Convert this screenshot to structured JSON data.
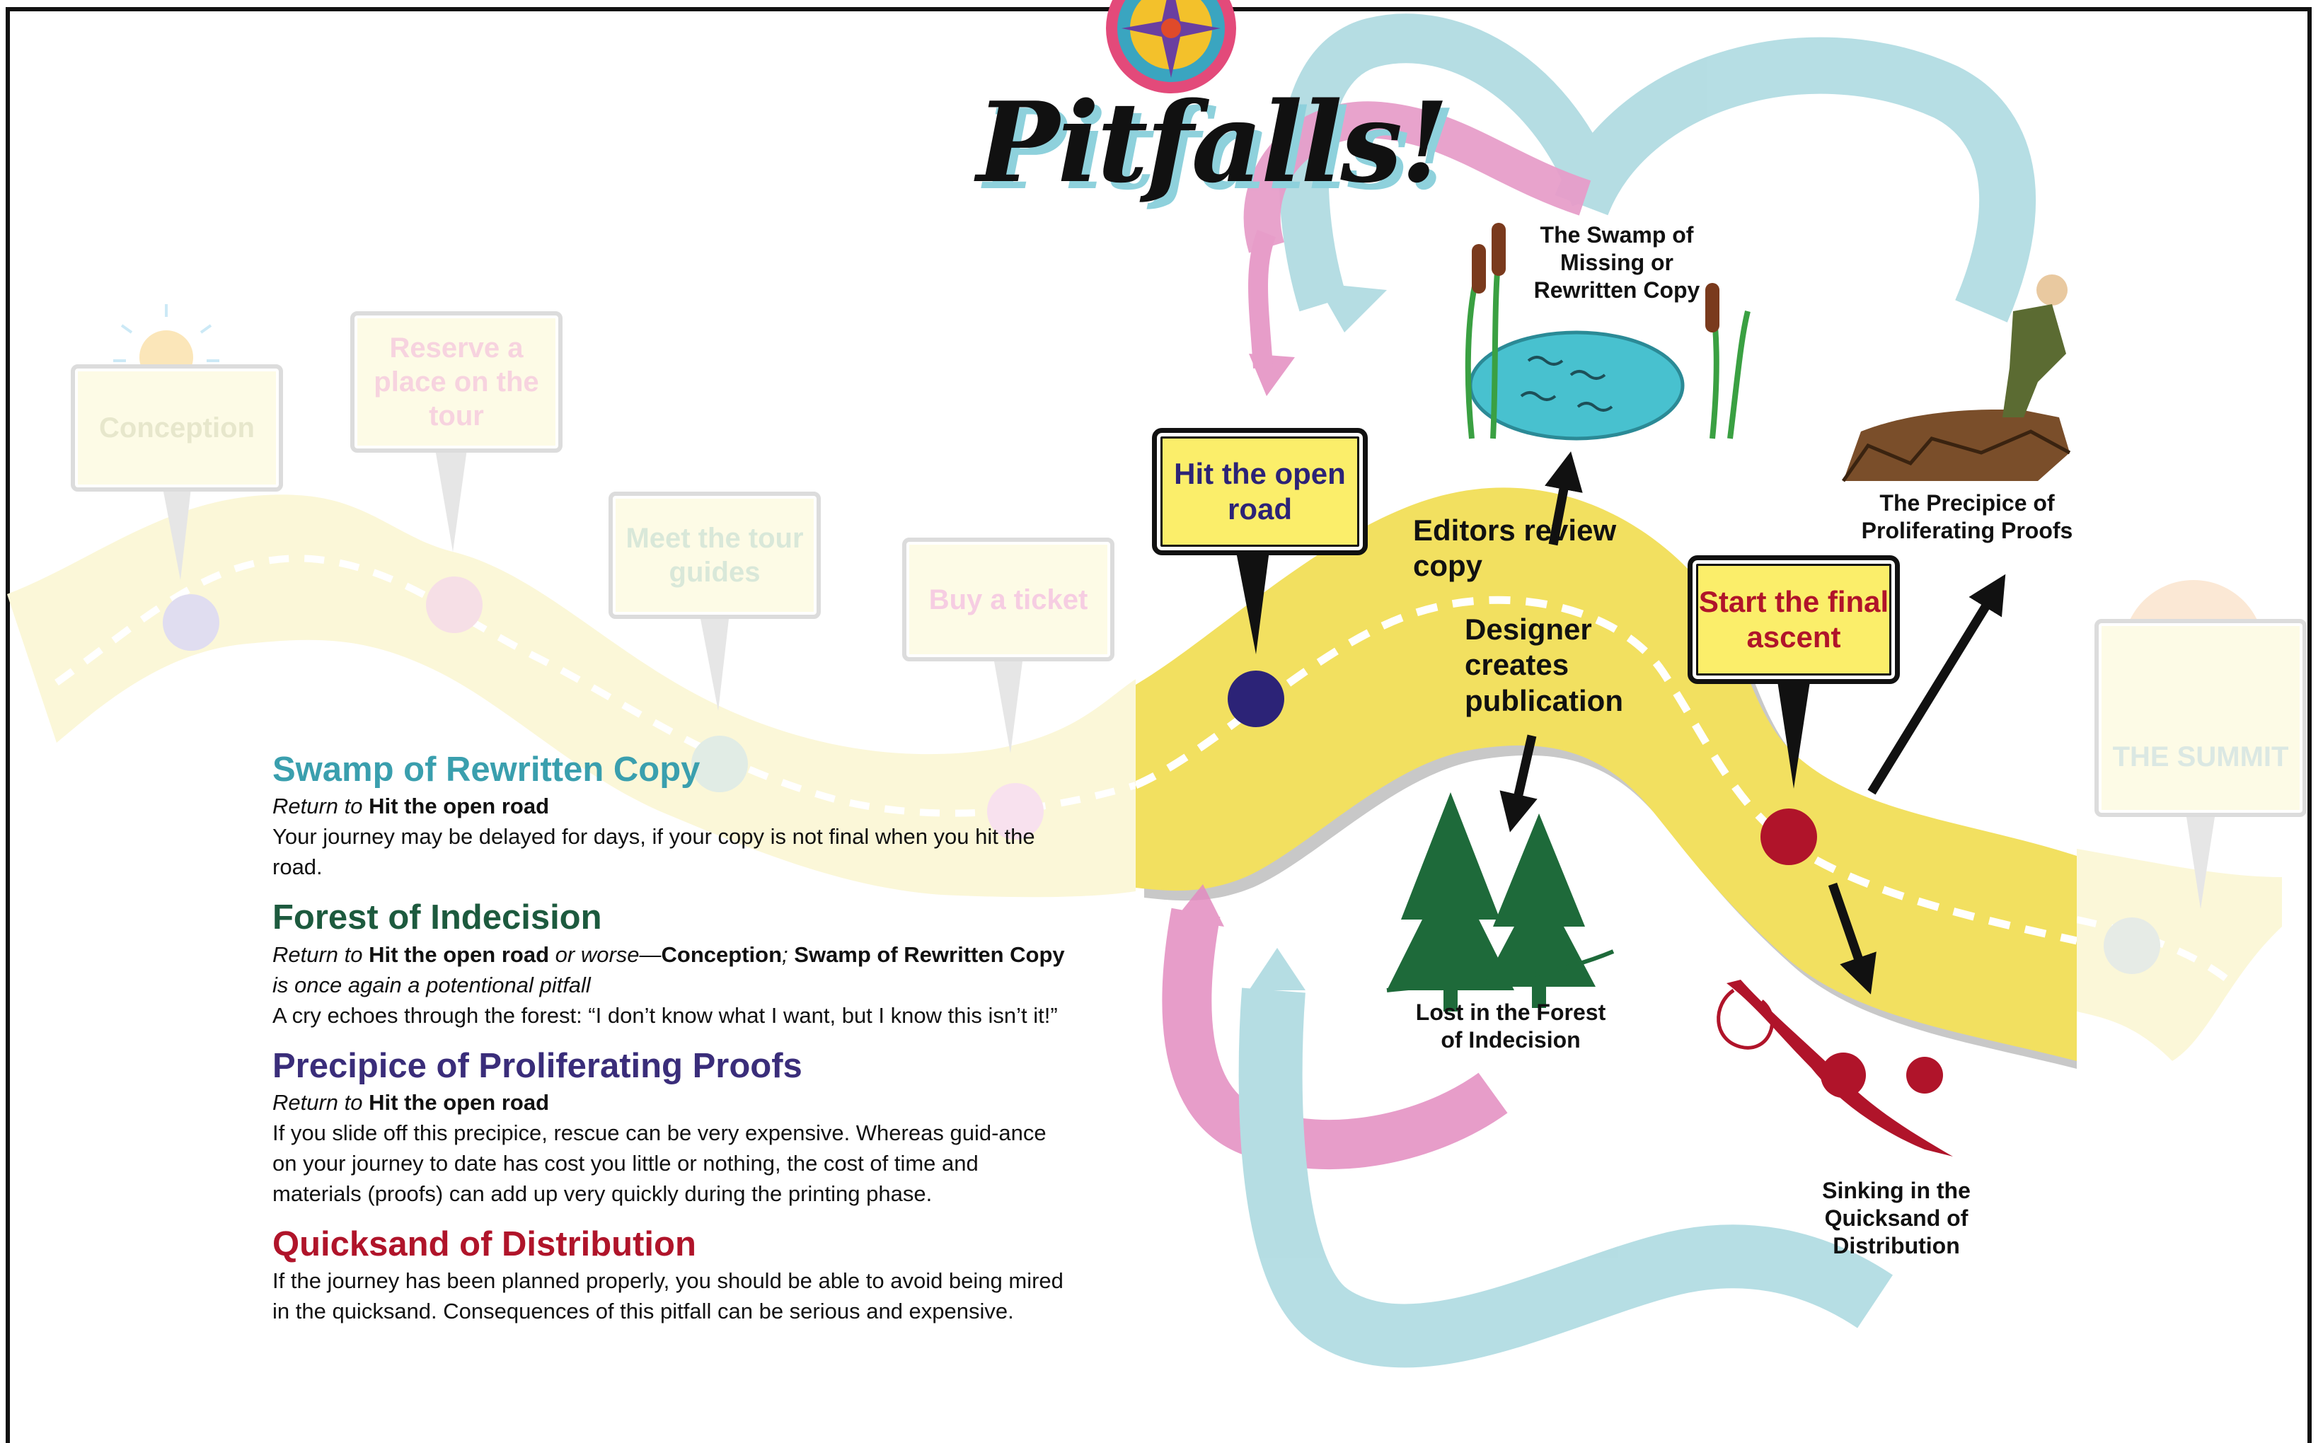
{
  "title": "Pitfalls!",
  "colors": {
    "road_faded": "#fbf7d8",
    "road_active": "#f2e060",
    "sign_fill": "#fbee6a",
    "swamp_teal": "#3a9fae",
    "forest_green": "#1d5a3e",
    "precipice_indigo": "#3a2d7a",
    "quicksand_red": "#b0142a",
    "arrow_pink": "#e38cc0",
    "arrow_blue": "#a9d8df"
  },
  "faded_signs": {
    "conception": "Conception",
    "reserve": "Reserve a place on the tour",
    "guides": "Meet the tour guides",
    "ticket": "Buy a ticket",
    "summit": "THE SUMMIT"
  },
  "active_signs": {
    "open_road": "Hit the open road",
    "final_ascent": "Start the final ascent"
  },
  "steps": {
    "editors": "Editors review copy",
    "designer": "Designer creates publication"
  },
  "pitfall_labels": {
    "swamp": "The Swamp of Missing or Rewritten Copy",
    "precipice": "The Precipice of Proliferating Proofs",
    "forest": "Lost in the Forest of Indecision",
    "quicksand": "Sinking in the Quicksand of Distribution"
  },
  "legend": {
    "swamp": {
      "title": "Swamp of Rewritten Copy",
      "return_prefix": "Return to",
      "return_target": "Hit the open road",
      "body": "Your journey may be delayed for days, if your copy is not final when you hit the road."
    },
    "forest": {
      "title": "Forest of Indecision",
      "return_prefix": "Return to",
      "return_target": "Hit the open road",
      "or_worse": "or worse—",
      "alt1": "Conception",
      "sep": ";",
      "alt2": "Swamp of Rewritten Copy",
      "suffix": "is once again a potentional pitfall",
      "body": "A cry echoes through the forest: “I don’t know what I want, but I know this isn’t it!”"
    },
    "precipice": {
      "title": "Precipice of Proliferating Proofs",
      "return_prefix": "Return to",
      "return_target": "Hit the open road",
      "body": "If you slide off this precipice, rescue can be very expensive. Whereas guid-ance on your journey to date has cost you little or nothing, the cost of time and materials (proofs) can add up very quickly during the printing phase."
    },
    "quicksand": {
      "title": "Quicksand of Distribution",
      "body": "If the journey has been planned properly, you should be able to avoid being mired in the quicksand. Consequences of this pitfall can be serious and expensive."
    }
  }
}
